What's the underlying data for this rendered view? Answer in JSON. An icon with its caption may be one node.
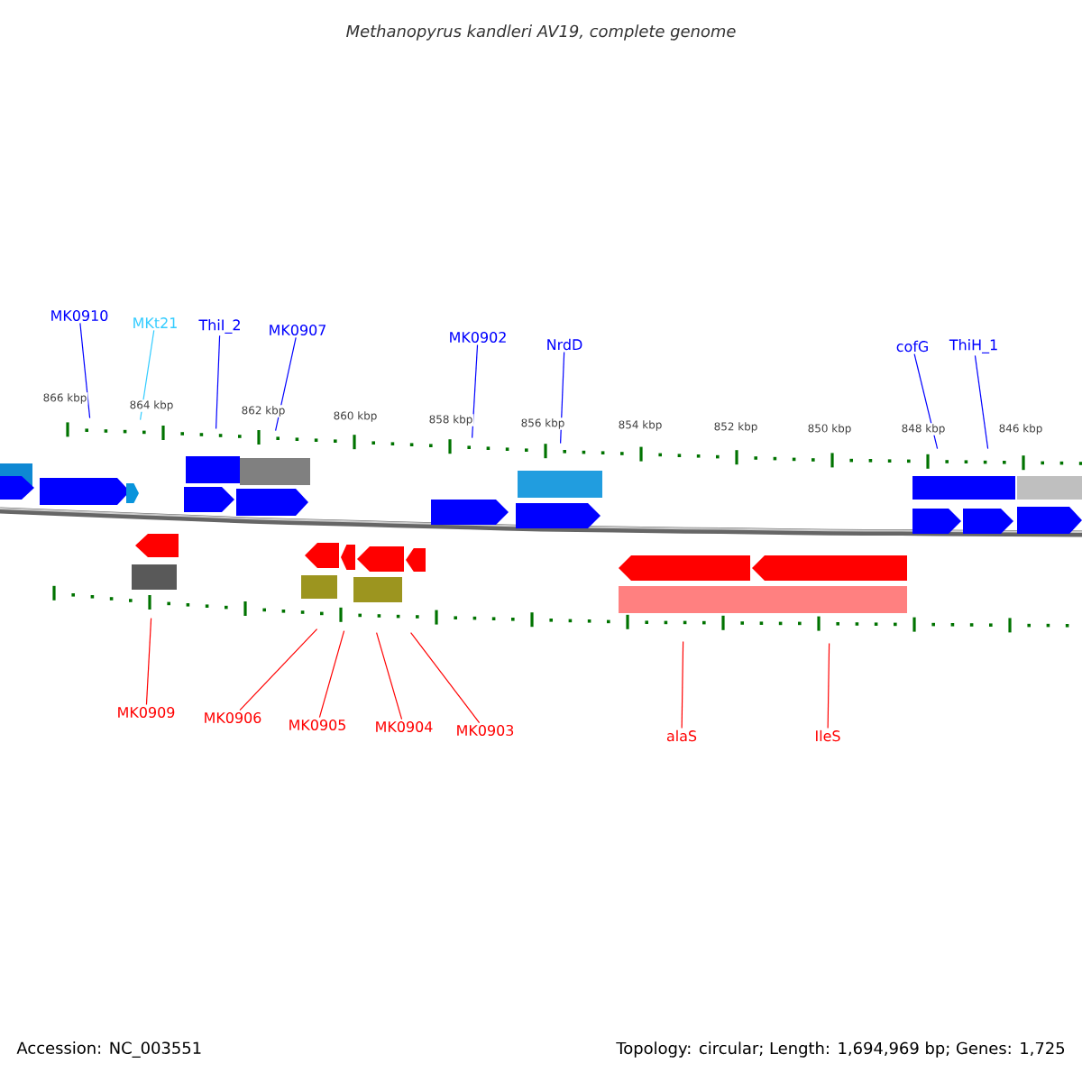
{
  "diagram": {
    "title": "Methanopyrus kandleri AV19, complete genome",
    "nodes": [
      {
        "text": [
          "MK0910"
        ]
      },
      {
        "text": [
          "MKt21"
        ]
      },
      {
        "text": [
          "ThiI_2"
        ]
      },
      {
        "text": [
          "MK0907"
        ]
      },
      {
        "text": [
          "MK0902"
        ]
      },
      {
        "text": [
          "NrdD"
        ]
      },
      {
        "text": [
          "cofG"
        ]
      },
      {
        "text": [
          "ThiH_1"
        ]
      },
      {
        "text": [
          "MK0909"
        ]
      },
      {
        "text": [
          "MK0906"
        ]
      },
      {
        "text": [
          "MK0905"
        ]
      },
      {
        "text": [
          "MK0904"
        ]
      },
      {
        "text": [
          "MK0903"
        ]
      },
      {
        "text": [
          "alaS"
        ]
      },
      {
        "text": [
          "IleS"
        ]
      },
      {
        "text": [],
        "shape": "picture"
      }
    ],
    "edges": [
      {
        "from": 0,
        "to": 15,
        "arrow": "none"
      },
      {
        "from": 1,
        "to": 15,
        "arrow": "none",
        "color": "#33ccff"
      },
      {
        "from": 2,
        "to": 15,
        "arrow": "none"
      },
      {
        "from": 3,
        "to": 15,
        "arrow": "none"
      },
      {
        "from": 4,
        "to": 15,
        "arrow": "none"
      },
      {
        "from": 5,
        "to": 15,
        "arrow": "none"
      },
      {
        "from": 6,
        "to": 15,
        "arrow": "none"
      },
      {
        "from": 7,
        "to": 15,
        "arrow": "none"
      },
      {
        "from": 8,
        "to": 15,
        "arrow": "none",
        "color": "#ff0000"
      },
      {
        "from": 9,
        "to": 15,
        "arrow": "none",
        "color": "#ff0000"
      },
      {
        "from": 10,
        "to": 15,
        "arrow": "none",
        "color": "#ff0000"
      },
      {
        "from": 11,
        "to": 15,
        "arrow": "none",
        "color": "#ff0000"
      },
      {
        "from": 12,
        "to": 15,
        "arrow": "none",
        "color": "#ff0000"
      },
      {
        "from": 13,
        "to": 15,
        "arrow": "none",
        "color": "#ff0000"
      },
      {
        "from": 14,
        "to": 15,
        "arrow": "none",
        "color": "#ff0000"
      }
    ],
    "labels": [
      "866 kbp",
      "864 kbp",
      "862 kbp",
      "860 kbp",
      "858 kbp",
      "856 kbp",
      "854 kbp",
      "852 kbp",
      "850 kbp",
      "848 kbp",
      "846 kbp",
      "Accession: NC_003551",
      "Topology: circular; Length: 1,694,969 bp; Genes: 1,725"
    ]
  }
}
